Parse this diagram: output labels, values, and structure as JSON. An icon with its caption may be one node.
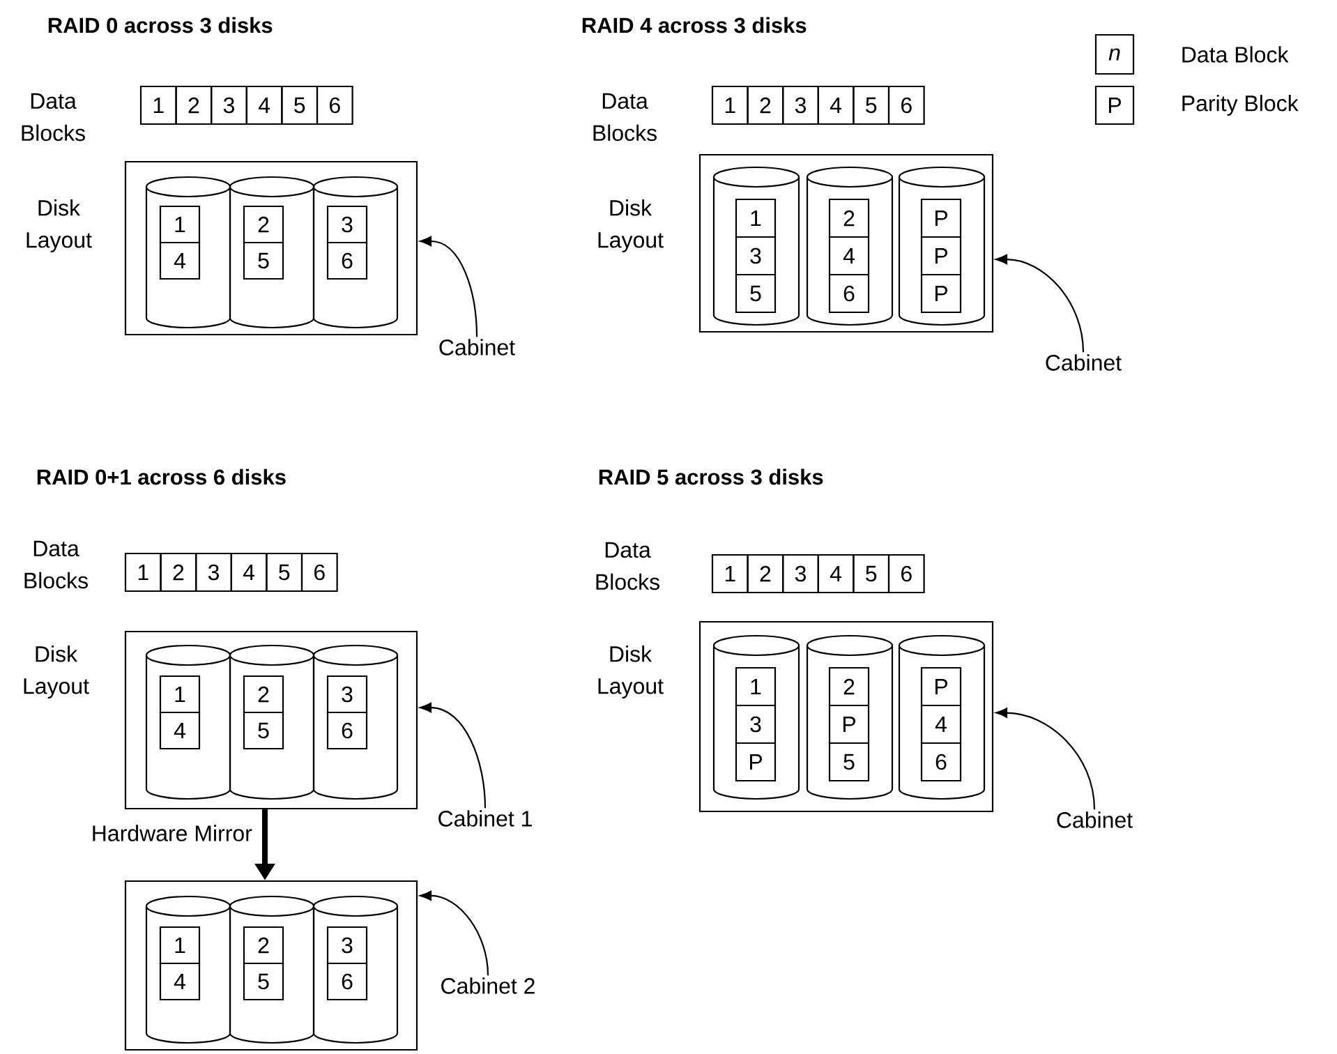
{
  "diagram": {
    "nodes": [
      {
        "text": [
          "1"
        ]
      },
      {
        "text": [
          "2"
        ]
      },
      {
        "text": [
          "3"
        ]
      },
      {
        "text": [
          "4"
        ]
      },
      {
        "text": [
          "5"
        ]
      },
      {
        "text": [
          "6"
        ]
      },
      {
        "text": [],
        "shape": "box"
      },
      {
        "text": [],
        "shape": "cylinder",
        "in": 6
      },
      {
        "text": [
          "1"
        ],
        "in": 7
      },
      {
        "text": [
          "4"
        ],
        "in": 7
      },
      {
        "text": [],
        "shape": "cylinder",
        "in": 6
      },
      {
        "text": [
          "2"
        ],
        "in": 10
      },
      {
        "text": [
          "5"
        ],
        "in": 10
      },
      {
        "text": [],
        "shape": "cylinder",
        "in": 6
      },
      {
        "text": [
          "3"
        ],
        "in": 13
      },
      {
        "text": [
          "6"
        ],
        "in": 13
      },
      {
        "text": [
          "Cabinet"
        ]
      },
      {
        "text": [
          "1"
        ]
      },
      {
        "text": [
          "2"
        ]
      },
      {
        "text": [
          "3"
        ]
      },
      {
        "text": [
          "4"
        ]
      },
      {
        "text": [
          "5"
        ]
      },
      {
        "text": [
          "6"
        ]
      },
      {
        "text": [],
        "shape": "box"
      },
      {
        "text": [],
        "shape": "cylinder",
        "in": 23
      },
      {
        "text": [
          "1"
        ],
        "in": 24
      },
      {
        "text": [
          "3"
        ],
        "in": 24
      },
      {
        "text": [
          "5"
        ],
        "in": 24
      },
      {
        "text": [],
        "shape": "cylinder",
        "in": 23
      },
      {
        "text": [
          "2"
        ],
        "in": 28
      },
      {
        "text": [
          "4"
        ],
        "in": 28
      },
      {
        "text": [
          "6"
        ],
        "in": 28
      },
      {
        "text": [],
        "shape": "cylinder",
        "in": 23
      },
      {
        "text": [
          "P"
        ],
        "in": 32
      },
      {
        "text": [
          "P"
        ],
        "in": 32
      },
      {
        "text": [
          "P"
        ],
        "in": 32
      },
      {
        "text": [
          "Cabinet"
        ]
      },
      {
        "text": [
          "n"
        ],
        "beside": [
          "Data Block"
        ]
      },
      {
        "text": [
          "P"
        ],
        "beside": [
          "Parity Block"
        ]
      },
      {
        "text": [
          "1"
        ]
      },
      {
        "text": [
          "2"
        ]
      },
      {
        "text": [
          "3"
        ]
      },
      {
        "text": [
          "4"
        ]
      },
      {
        "text": [
          "5"
        ]
      },
      {
        "text": [
          "6"
        ]
      },
      {
        "text": [],
        "shape": "box"
      },
      {
        "text": [],
        "shape": "cylinder",
        "in": 45
      },
      {
        "text": [
          "1"
        ],
        "in": 46
      },
      {
        "text": [
          "4"
        ],
        "in": 46
      },
      {
        "text": [],
        "shape": "cylinder",
        "in": 45
      },
      {
        "text": [
          "2"
        ],
        "in": 49
      },
      {
        "text": [
          "5"
        ],
        "in": 49
      },
      {
        "text": [],
        "shape": "cylinder",
        "in": 45
      },
      {
        "text": [
          "3"
        ],
        "in": 52
      },
      {
        "text": [
          "6"
        ],
        "in": 52
      },
      {
        "text": [
          "Cabinet 1"
        ]
      },
      {
        "text": [],
        "shape": "box"
      },
      {
        "text": [],
        "shape": "cylinder",
        "in": 56
      },
      {
        "text": [
          "1"
        ],
        "in": 57
      },
      {
        "text": [
          "4"
        ],
        "in": 57
      },
      {
        "text": [],
        "shape": "cylinder",
        "in": 56
      },
      {
        "text": [
          "2"
        ],
        "in": 60
      },
      {
        "text": [
          "5"
        ],
        "in": 60
      },
      {
        "text": [],
        "shape": "cylinder",
        "in": 56
      },
      {
        "text": [
          "3"
        ],
        "in": 63
      },
      {
        "text": [
          "6"
        ],
        "in": 63
      },
      {
        "text": [
          "Cabinet 2"
        ]
      },
      {
        "text": [
          "1"
        ]
      },
      {
        "text": [
          "2"
        ]
      },
      {
        "text": [
          "3"
        ]
      },
      {
        "text": [
          "4"
        ]
      },
      {
        "text": [
          "5"
        ]
      },
      {
        "text": [
          "6"
        ]
      },
      {
        "text": [],
        "shape": "box"
      },
      {
        "text": [],
        "shape": "cylinder",
        "in": 73
      },
      {
        "text": [
          "1"
        ],
        "in": 74
      },
      {
        "text": [
          "3"
        ],
        "in": 74
      },
      {
        "text": [
          "P"
        ],
        "in": 74
      },
      {
        "text": [],
        "shape": "cylinder",
        "in": 73
      },
      {
        "text": [
          "2"
        ],
        "in": 78
      },
      {
        "text": [
          "P"
        ],
        "in": 78
      },
      {
        "text": [
          "5"
        ],
        "in": 78
      },
      {
        "text": [],
        "shape": "cylinder",
        "in": 73
      },
      {
        "text": [
          "P"
        ],
        "in": 82
      },
      {
        "text": [
          "4"
        ],
        "in": 82
      },
      {
        "text": [
          "6"
        ],
        "in": 82
      },
      {
        "text": [
          "Cabinet"
        ]
      }
    ],
    "edges": [
      {
        "from": 16,
        "to": 6,
        "arrow": "to"
      },
      {
        "from": 36,
        "to": 23,
        "arrow": "to"
      },
      {
        "from": 55,
        "to": 45,
        "arrow": "to"
      },
      {
        "from": 45,
        "to": 56,
        "arrow": "to",
        "label": "Hardware Mirror",
        "style": "thick"
      },
      {
        "from": 66,
        "to": 56,
        "arrow": "to"
      },
      {
        "from": 86,
        "to": 73,
        "arrow": "to"
      }
    ],
    "labels": [
      "RAID 0 across 3 disks",
      "Data Blocks",
      "Disk Layout",
      "RAID 4 across 3 disks",
      "Data Blocks",
      "Disk Layout",
      "RAID 0+1 across 6 disks",
      "Data Blocks",
      "Disk Layout",
      "RAID 5 across 3 disks",
      "Data Blocks",
      "Disk Layout"
    ]
  }
}
